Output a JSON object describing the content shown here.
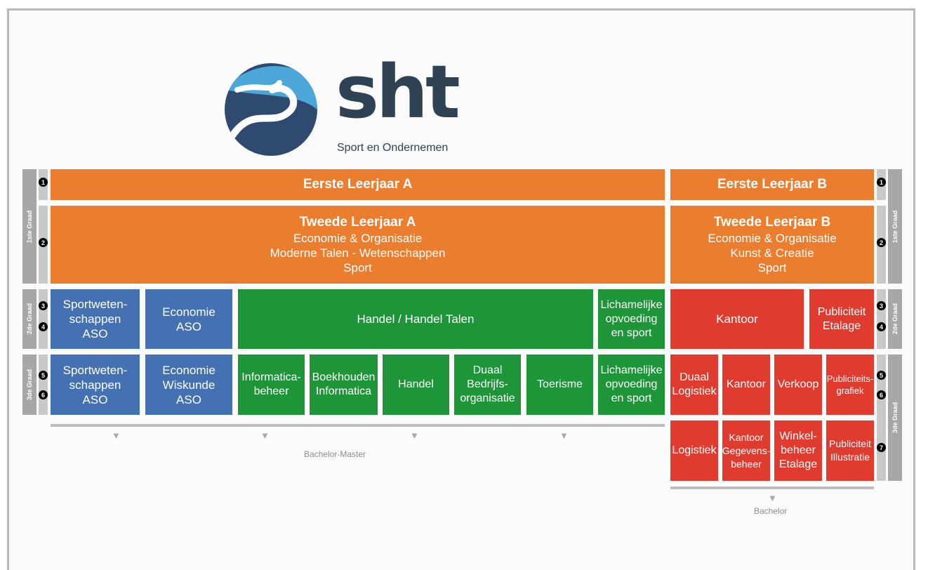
{
  "logo": {
    "wordmark": "sht",
    "tagline": "Sport en Ondernemen",
    "colors": {
      "light_blue": "#4aa7d8",
      "dark_blue": "#2e4a6e",
      "text": "#2f4254"
    }
  },
  "side_labels": {
    "eerste_graad": "1ste Graad",
    "tweede_graad": "2de Graad",
    "derde_graad": "3de Graad"
  },
  "numbers": [
    "1",
    "2",
    "3",
    "4",
    "5",
    "6",
    "7"
  ],
  "a_stream": {
    "eerste_leerjaar": "Eerste Leerjaar A",
    "tweede_leerjaar": {
      "title": "Tweede Leerjaar A",
      "lines": [
        "Economie & Organisatie",
        "Moderne Talen - Wetenschappen",
        "Sport"
      ]
    },
    "tweede_graad": {
      "sport": [
        "Sportweten-",
        "schappen",
        "ASO"
      ],
      "economie": [
        "Economie",
        "ASO"
      ],
      "handel": [
        "Handel / Handel Talen"
      ],
      "lo": [
        "Lichamelijke",
        "opvoeding",
        "en sport"
      ]
    },
    "derde_graad": {
      "sport": [
        "Sportweten-",
        "schappen",
        "ASO"
      ],
      "economie": [
        "Economie",
        "Wiskunde",
        "ASO"
      ],
      "informatica": [
        "Informatica-",
        "beheer"
      ],
      "boekhouden": [
        "Boekhouden",
        "Informatica"
      ],
      "handel": [
        "Handel"
      ],
      "duaal": [
        "Duaal",
        "Bedrijfs-",
        "organisatie"
      ],
      "toerisme": [
        "Toerisme"
      ],
      "lo": [
        "Lichamelijke",
        "opvoeding",
        "en sport"
      ]
    },
    "footer": "Bachelor-Master"
  },
  "b_stream": {
    "eerste_leerjaar": "Eerste Leerjaar B",
    "tweede_leerjaar": {
      "title": "Tweede Leerjaar B",
      "lines": [
        "Economie & Organisatie",
        "Kunst & Creatie",
        "Sport"
      ]
    },
    "tweede_graad": {
      "kantoor": [
        "Kantoor"
      ],
      "publiciteit": [
        "Publiciteit",
        "Etalage"
      ]
    },
    "derde_graad_56": {
      "duaal": [
        "Duaal",
        "Logistiek"
      ],
      "kantoor": [
        "Kantoor"
      ],
      "verkoop": [
        "Verkoop"
      ],
      "publiciteit": [
        "Publiciteits-",
        "grafiek"
      ]
    },
    "derde_graad_7": {
      "logistiek": [
        "Logistiek"
      ],
      "kantoor": [
        "Kantoor",
        "Gegevens-",
        "beheer"
      ],
      "winkel": [
        "Winkel-",
        "beheer",
        "Etalage"
      ],
      "publiciteit": [
        "Publiciteit",
        "Illustratie"
      ]
    },
    "footer": "Bachelor"
  },
  "arrow_glyph": "▼",
  "colors": {
    "orange": "#eb7d2e",
    "blue": "#4471b1",
    "green": "#1e9538",
    "red": "#e03b2f",
    "grey_bar": "#a7a7a7"
  }
}
